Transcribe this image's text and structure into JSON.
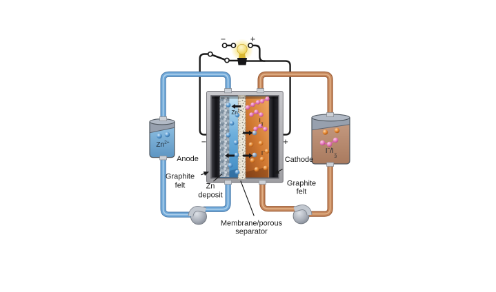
{
  "labels": {
    "minus": "−",
    "plus": "+",
    "anode": "Anode",
    "cathode": "Cathode",
    "graphite_felt_line1": "Graphite",
    "graphite_felt_line2": "felt",
    "zn_deposit_line1": "Zn",
    "zn_deposit_line2": "deposit",
    "membrane_line1": "Membrane/porous",
    "membrane_line2": "separator"
  },
  "ions": {
    "zn_base": "Zn",
    "zn_charge": "2+",
    "iodide_base": "I",
    "iodide_charge": "−",
    "triiodide_base": "I",
    "triiodide_sub": "3",
    "triiodide_charge": "−",
    "slash": "/"
  },
  "colors": {
    "label_color": "#1a1a1a",
    "wire_black": "#1a1a1a",
    "pipe_blue": "#6fa8d8",
    "pipe_blue_dark": "#4878a8",
    "pipe_blue_light": "#bcdaf0",
    "pipe_copper": "#c5875c",
    "pipe_copper_dark": "#96562e",
    "pipe_copper_light": "#e9bd94",
    "frame_gray": "#b2b2b6",
    "electrode_black": "#17171b",
    "anolyte_blue": "#6fb0dd",
    "catholyte_orange": "#cf7730",
    "membrane_bg": "#ece7da",
    "deposit_gray": "#8495a3",
    "ion_blue": "#4a8cc8",
    "ion_orange": "#e08030",
    "ion_pink": "#e070b4",
    "ion_grayblue": "#7e96b4",
    "bulb_glow": "#f6e070",
    "bulb_base": "#161618",
    "tank_cap": "#97a0ae",
    "tank_left_liquid": "#6fa4cf",
    "tank_right_liquid": "#b8886c",
    "pump_body": "#a8aeb8"
  }
}
